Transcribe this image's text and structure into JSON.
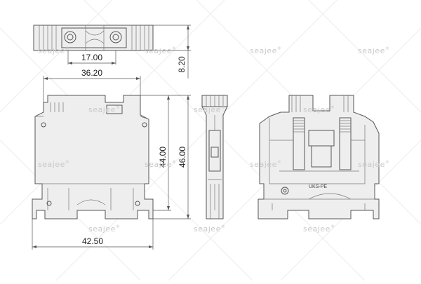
{
  "watermark": {
    "text": "seajee",
    "mark": "®"
  },
  "dimensions": {
    "top_width": "17.00",
    "top_height": "8.20",
    "front_upper_width": "36.20",
    "front_inner_height": "44.00",
    "front_total_height": "46.00",
    "front_base_width": "42.50"
  },
  "section_label": "UKS-PE"
}
